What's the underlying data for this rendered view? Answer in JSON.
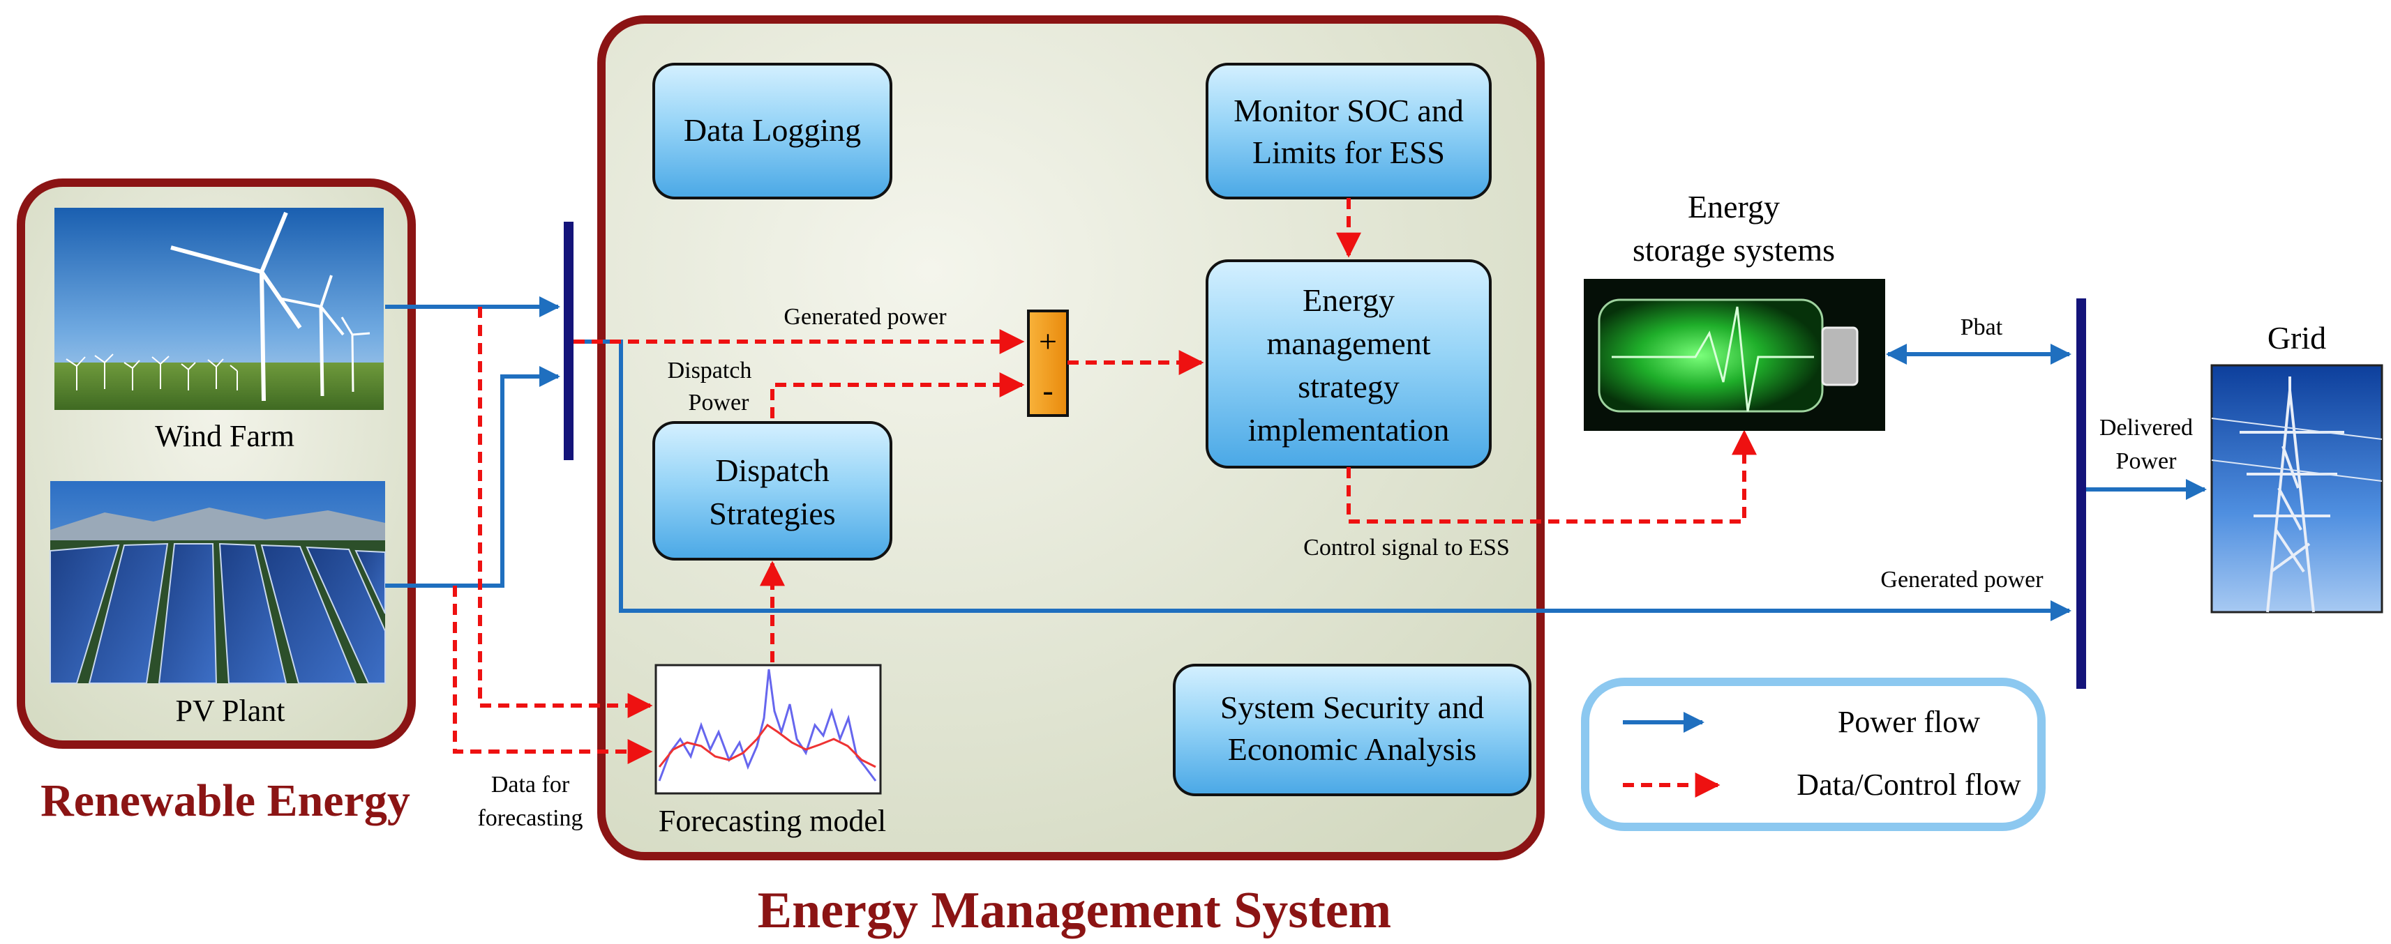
{
  "renewable": {
    "title": "Renewable Energy",
    "wind_label": "Wind Farm",
    "pv_label": "PV Plant"
  },
  "ems": {
    "title": "Energy Management System",
    "data_logging": "Data Logging",
    "monitor_soc": [
      "Monitor SOC and",
      "Limits for ESS"
    ],
    "ems_strategy": [
      "Energy",
      "management",
      "strategy",
      "implementation"
    ],
    "dispatch_strategies": [
      "Dispatch",
      "Strategies"
    ],
    "security": [
      "System Security and",
      "Economic Analysis"
    ],
    "forecasting": "Forecasting model",
    "summer_plus": "+",
    "summer_minus": "-"
  },
  "labels": {
    "generated_power_top": "Generated power",
    "dispatch_power": [
      "Dispatch",
      "Power"
    ],
    "data_for_forecasting": [
      "Data for",
      "forecasting"
    ],
    "control_signal": "Control signal to ESS",
    "generated_power_bottom": "Generated power",
    "pbat": "Pbat",
    "delivered_power": [
      "Delivered",
      "Power"
    ],
    "ess_title": [
      "Energy",
      "storage systems"
    ],
    "grid_title": "Grid"
  },
  "legend": {
    "power_flow": "Power flow",
    "data_control_flow": "Data/Control flow"
  },
  "colors": {
    "dark_red": "#8b1414",
    "power_blue": "#1f6fbf",
    "control_red": "#ee1111",
    "bus_navy": "#14147a",
    "box_blue": "#7fc8ef",
    "panel_bg": "#e3e7d6",
    "summer_orange": "#f4a21c",
    "legend_border": "#8cc8f0"
  }
}
